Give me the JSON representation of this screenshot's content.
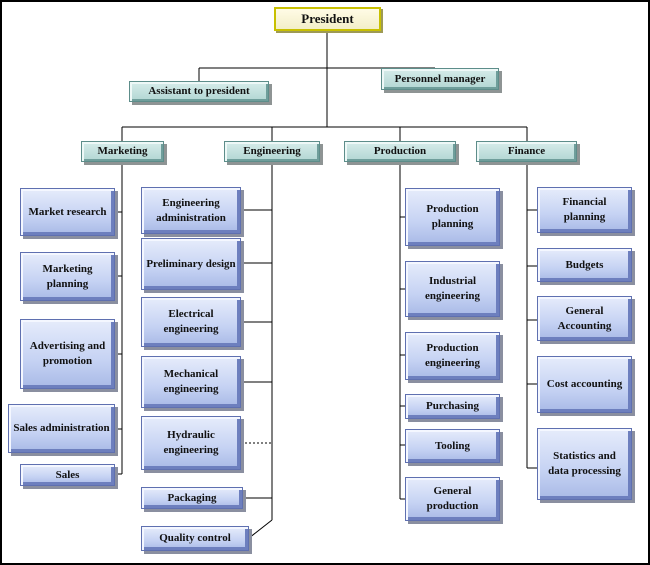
{
  "president": "President",
  "staff": {
    "assistant": "Assistant to president",
    "personnel": "Personnel manager"
  },
  "departments": {
    "marketing": "Marketing",
    "engineering": "Engineering",
    "production": "Production",
    "finance": "Finance"
  },
  "marketing_units": [
    "Market research",
    "Marketing planning",
    "Advertising and promotion",
    "Sales administration",
    "Sales"
  ],
  "engineering_units": [
    "Engineering administration",
    "Preliminary design",
    "Electrical engineering",
    "Mechanical engineering",
    "Hydraulic engineering",
    "Packaging",
    "Quality control"
  ],
  "production_units": [
    "Production planning",
    "Industrial engineering",
    "Production engineering",
    "Purchasing",
    "Tooling",
    "General production"
  ],
  "finance_units": [
    "Financial planning",
    "Budgets",
    "General Accounting",
    "Cost accounting",
    "Statistics and data processing"
  ],
  "colors": {
    "unit_fill": "#c5d2f3",
    "unit_border": "#5f70b0",
    "staff_fill": "#b2d6d3",
    "president_border": "#c8c000"
  }
}
